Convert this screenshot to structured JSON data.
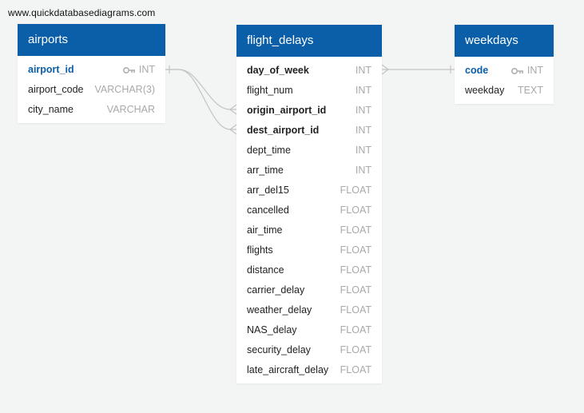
{
  "watermark": "www.quickdatabasediagrams.com",
  "tables": {
    "airports": {
      "title": "airports",
      "columns": [
        {
          "name": "airport_id",
          "type": "INT",
          "pk": true
        },
        {
          "name": "airport_code",
          "type": "VARCHAR(3)"
        },
        {
          "name": "city_name",
          "type": "VARCHAR"
        }
      ]
    },
    "flight_delays": {
      "title": "flight_delays",
      "columns": [
        {
          "name": "day_of_week",
          "type": "INT",
          "fk": true
        },
        {
          "name": "flight_num",
          "type": "INT"
        },
        {
          "name": "origin_airport_id",
          "type": "INT",
          "fk": true
        },
        {
          "name": "dest_airport_id",
          "type": "INT",
          "fk": true
        },
        {
          "name": "dept_time",
          "type": "INT"
        },
        {
          "name": "arr_time",
          "type": "INT"
        },
        {
          "name": "arr_del15",
          "type": "FLOAT"
        },
        {
          "name": "cancelled",
          "type": "FLOAT"
        },
        {
          "name": "air_time",
          "type": "FLOAT"
        },
        {
          "name": "flights",
          "type": "FLOAT"
        },
        {
          "name": "distance",
          "type": "FLOAT"
        },
        {
          "name": "carrier_delay",
          "type": "FLOAT"
        },
        {
          "name": "weather_delay",
          "type": "FLOAT"
        },
        {
          "name": "NAS_delay",
          "type": "FLOAT"
        },
        {
          "name": "security_delay",
          "type": "FLOAT"
        },
        {
          "name": "late_aircraft_delay",
          "type": "FLOAT"
        }
      ]
    },
    "weekdays": {
      "title": "weekdays",
      "columns": [
        {
          "name": "code",
          "type": "INT",
          "pk": true
        },
        {
          "name": "weekday",
          "type": "TEXT"
        }
      ]
    }
  },
  "colors": {
    "header": "#0b5ea8",
    "background": "#f3f5f5",
    "connector": "#c4c4c4"
  }
}
